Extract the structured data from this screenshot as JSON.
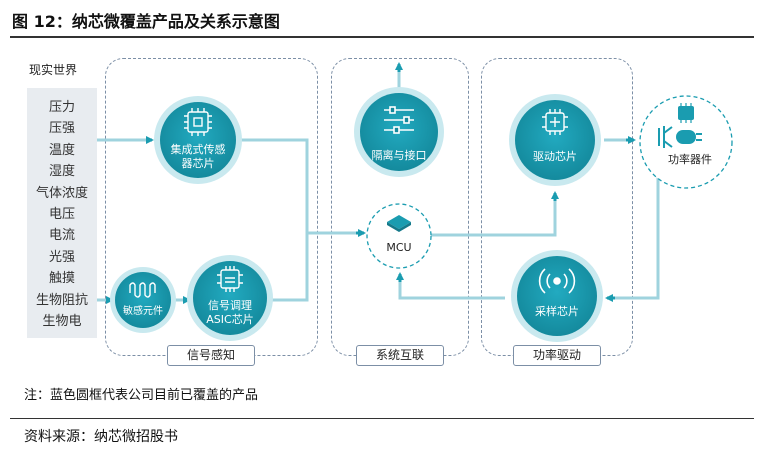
{
  "title": "图 12：纳芯微覆盖产品及关系示意图",
  "real_world": {
    "title": "现实世界",
    "items": [
      "压力",
      "压强",
      "温度",
      "湿度",
      "气体浓度",
      "电压",
      "电流",
      "光强",
      "触摸",
      "生物阻抗",
      "生物电"
    ]
  },
  "groups": {
    "signal_sensing": "信号感知",
    "system_interconnect": "系统互联",
    "power_drive": "功率驱动"
  },
  "nodes": {
    "integrated_sensor": [
      "集成式传感",
      "器芯片"
    ],
    "sensitive_element": "敏感元件",
    "signal_conditioning": [
      "信号调理",
      "ASIC芯片"
    ],
    "isolation_interface": "隔离与接口",
    "mcu": "MCU",
    "driver_chip": "驱动芯片",
    "sampling_chip": "采样芯片",
    "power_device": "功率器件"
  },
  "colors": {
    "accent": "#1a9cb0",
    "accent_light": "#9fd3de",
    "dashed_border": "#7c8fa6"
  },
  "note": "注：蓝色圆框代表公司目前已覆盖的产品",
  "source": "资料来源：纳芯微招股书"
}
